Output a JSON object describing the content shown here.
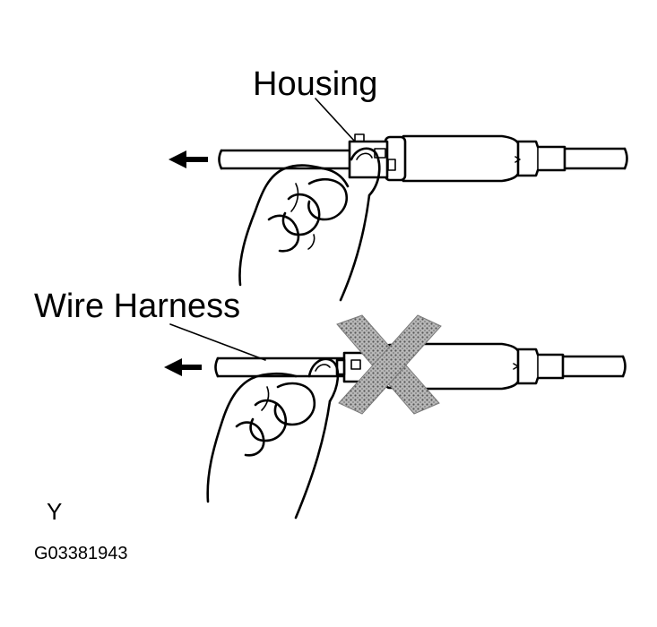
{
  "labels": {
    "housing": "Housing",
    "wire_harness": "Wire Harness",
    "corner_mark": "Y",
    "figure_code": "G03381943"
  },
  "figure": {
    "correct_method": "pull by housing",
    "incorrect_method": "pull by wire harness",
    "incorrect_mark": "cross-mark",
    "pull_direction": "left"
  },
  "colors": {
    "line": "#000000",
    "background": "#ffffff",
    "cross_mark": "#9a9a9a"
  }
}
